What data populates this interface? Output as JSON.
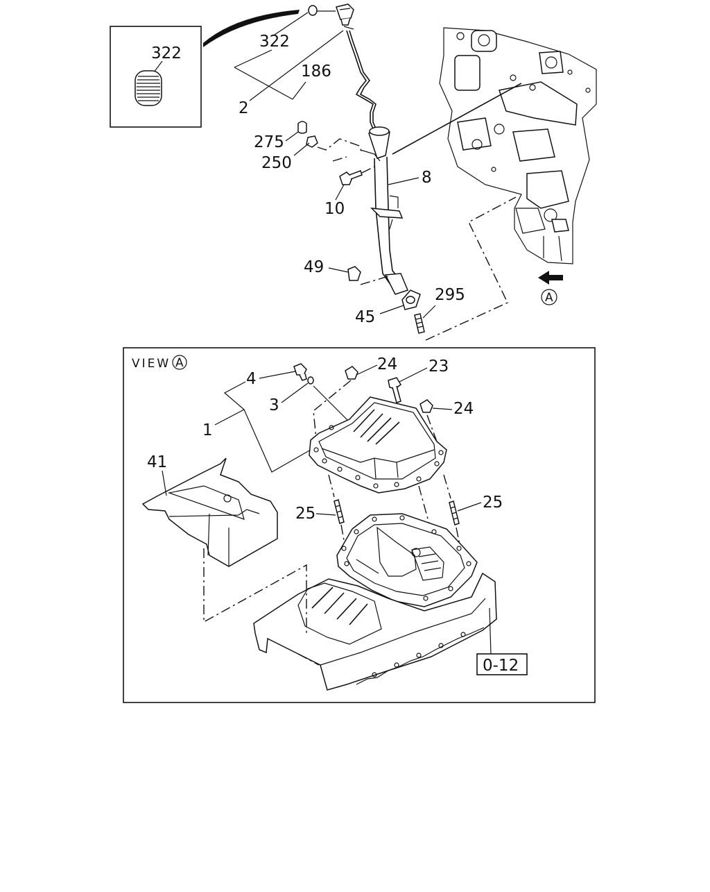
{
  "inset": {
    "part_number": "322"
  },
  "upper_callouts": [
    {
      "id": "c322",
      "text": "322"
    },
    {
      "id": "c186",
      "text": "186"
    },
    {
      "id": "c2",
      "text": "2"
    },
    {
      "id": "c275",
      "text": "275"
    },
    {
      "id": "c250",
      "text": "250"
    },
    {
      "id": "c8",
      "text": "8"
    },
    {
      "id": "c10",
      "text": "10"
    },
    {
      "id": "c49",
      "text": "49"
    },
    {
      "id": "c45",
      "text": "45"
    },
    {
      "id": "c295",
      "text": "295"
    }
  ],
  "view_arrow_letter": "A",
  "view_panel": {
    "title_word": "VIEW",
    "title_letter": "A",
    "reference_box": "0-12"
  },
  "lower_callouts": [
    {
      "id": "c4",
      "text": "4"
    },
    {
      "id": "c24a",
      "text": "24"
    },
    {
      "id": "c23",
      "text": "23"
    },
    {
      "id": "c3",
      "text": "3"
    },
    {
      "id": "c24b",
      "text": "24"
    },
    {
      "id": "c1",
      "text": "1"
    },
    {
      "id": "c41",
      "text": "41"
    },
    {
      "id": "c25a",
      "text": "25"
    },
    {
      "id": "c25b",
      "text": "25"
    }
  ]
}
